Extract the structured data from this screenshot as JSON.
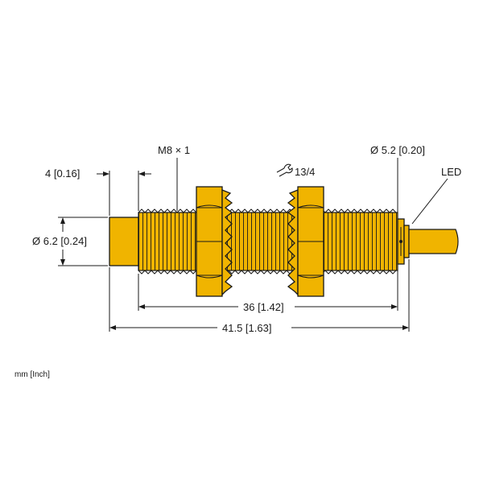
{
  "labels": {
    "thread": "M8 × 1",
    "wrench": "13/4",
    "cable_diameter": "Ø 5.2 [0.20]",
    "led": "LED",
    "tip_length": "4 [0.16]",
    "tip_diameter": "Ø 6.2 [0.24]",
    "thread_length": "36 [1.42]",
    "total_length": "41.5 [1.63]",
    "units": "mm [Inch]"
  },
  "colors": {
    "body": "#f0b400",
    "cable": "#f0b400",
    "outline": "#1a1a1a",
    "background": "#ffffff"
  },
  "icons": {
    "wrench": "wrench-icon"
  }
}
